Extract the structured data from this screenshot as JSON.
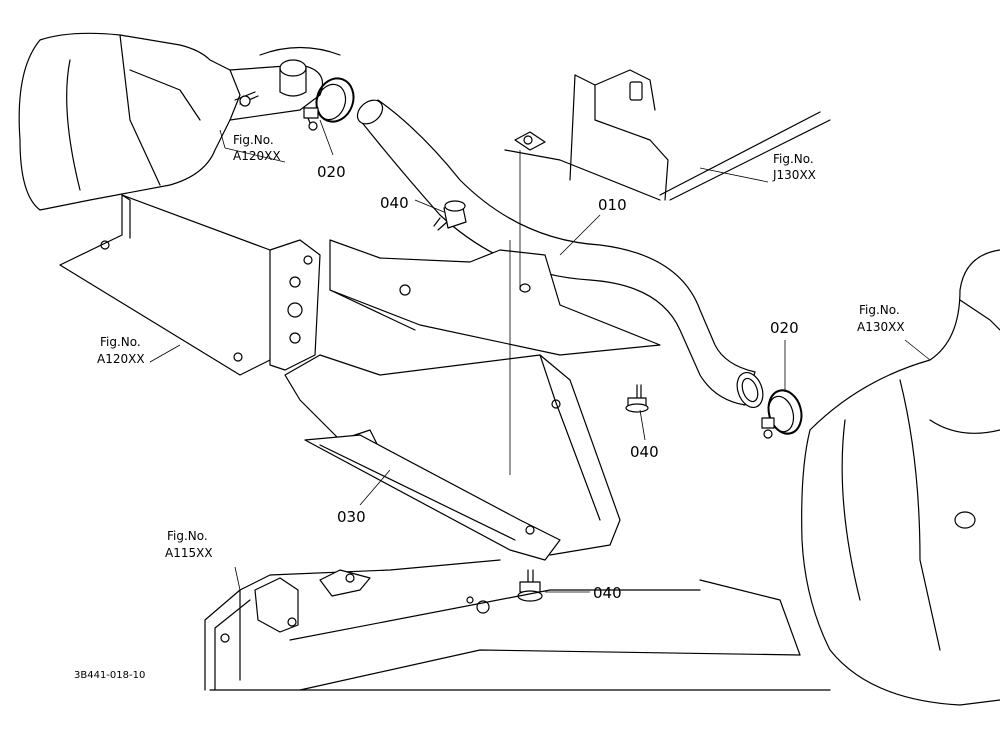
{
  "drawing_code": "3B441-018-10",
  "parts": [
    {
      "id": "p010",
      "number": "010"
    },
    {
      "id": "p020a",
      "number": "020"
    },
    {
      "id": "p020b",
      "number": "020"
    },
    {
      "id": "p030",
      "number": "030"
    },
    {
      "id": "p040a",
      "number": "040"
    },
    {
      "id": "p040b",
      "number": "040"
    },
    {
      "id": "p040c",
      "number": "040"
    }
  ],
  "figure_refs": [
    {
      "id": "fig_a120_top",
      "heading": "Fig.No.",
      "code": "A120XX"
    },
    {
      "id": "fig_j130",
      "heading": "Fig.No.",
      "code": "J130XX"
    },
    {
      "id": "fig_a120_left",
      "heading": "Fig.No.",
      "code": "A120XX"
    },
    {
      "id": "fig_a130",
      "heading": "Fig.No.",
      "code": "A130XX"
    },
    {
      "id": "fig_a115",
      "heading": "Fig.No.",
      "code": "A115XX"
    }
  ]
}
